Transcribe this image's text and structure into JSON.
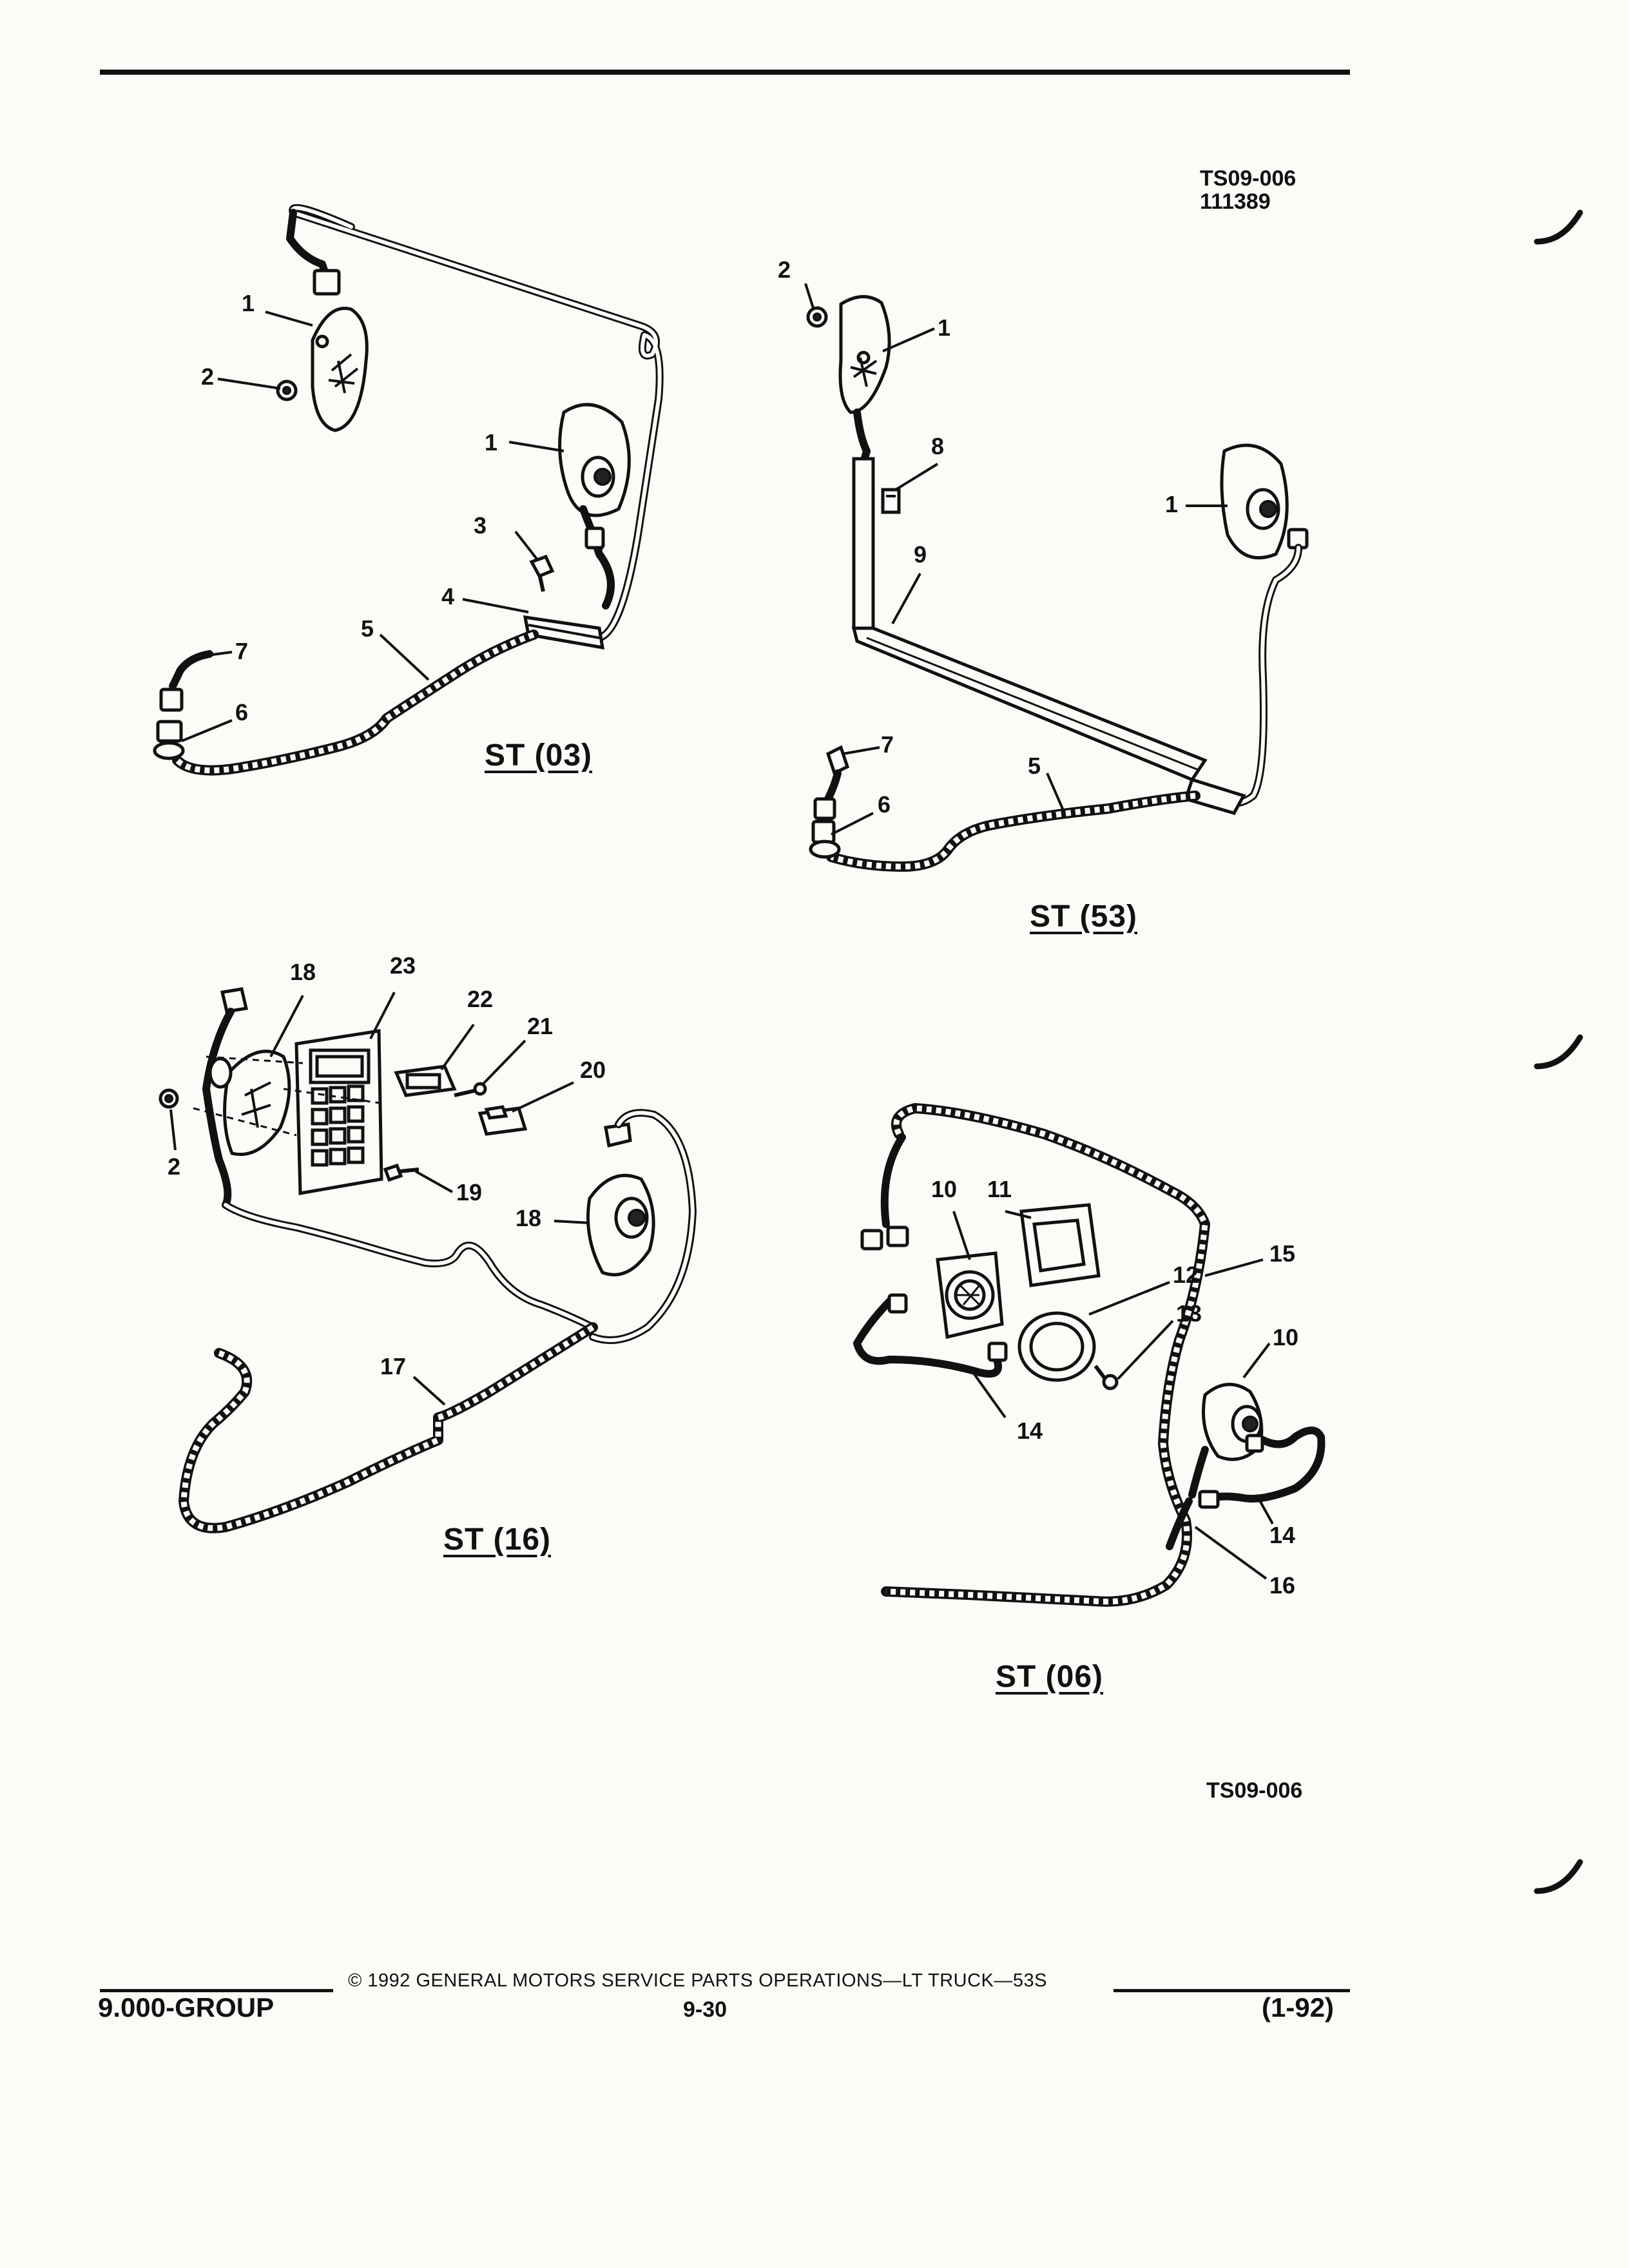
{
  "header": {
    "figure_id": "TS09-006",
    "figure_code": "111389"
  },
  "sections": [
    {
      "title": "ST (03)"
    },
    {
      "title": "ST (53)"
    },
    {
      "title": "ST (16)"
    },
    {
      "title": "ST (06)"
    }
  ],
  "callouts": {
    "st03": [
      "1",
      "2",
      "1",
      "3",
      "4",
      "5",
      "7",
      "6"
    ],
    "st53": [
      "2",
      "1",
      "8",
      "1",
      "9",
      "7",
      "5",
      "6"
    ],
    "st16": [
      "18",
      "23",
      "22",
      "21",
      "20",
      "2",
      "19",
      "18",
      "17"
    ],
    "st06": [
      "10",
      "11",
      "15",
      "12",
      "13",
      "10",
      "14",
      "14",
      "16"
    ]
  },
  "bottom_figure_id": "TS09-006",
  "footer": {
    "copyright": "© 1992 GENERAL MOTORS SERVICE PARTS OPERATIONS—LT TRUCK—53S",
    "group": "9.000-GROUP",
    "page": "9-30",
    "date": "(1-92)"
  }
}
